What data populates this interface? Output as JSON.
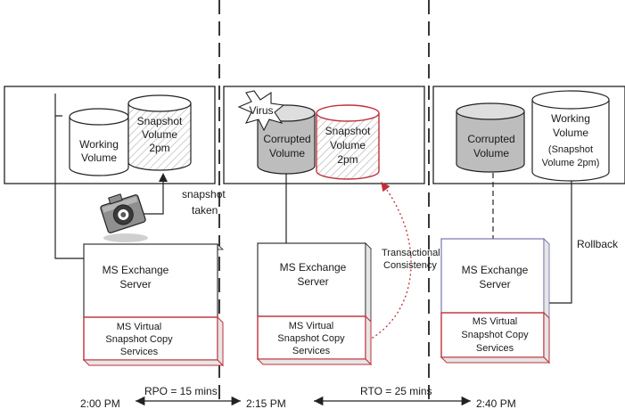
{
  "panels": [
    {
      "working_volume": [
        "Working",
        "Volume"
      ],
      "snapshot_volume": [
        "Snapshot",
        "Volume",
        "2pm"
      ],
      "snapshot_taken": [
        "snapshot",
        "taken"
      ],
      "exchange": [
        "MS Exchange",
        "Server"
      ],
      "vss": [
        "MS Virtual",
        "Snapshot Copy",
        "Services"
      ]
    },
    {
      "virus": "Virus",
      "corrupted_volume": [
        "Corrupted",
        "Volume"
      ],
      "snapshot_volume": [
        "Snapshot",
        "Volume",
        "2pm"
      ],
      "exchange": [
        "MS Exchange",
        "Server"
      ],
      "vss": [
        "MS Virtual",
        "Snapshot Copy",
        "Services"
      ],
      "transactional": [
        "Transactional",
        "Consistency"
      ]
    },
    {
      "corrupted_volume": [
        "Corrupted",
        "Volume"
      ],
      "working_volume": [
        "Working",
        "Volume",
        "(Snapshot",
        "Volume 2pm)"
      ],
      "exchange": [
        "MS Exchange",
        "Server"
      ],
      "vss": [
        "MS Virtual",
        "Snapshot Copy",
        "Services"
      ],
      "rollback": "Rollback"
    }
  ],
  "timeline": {
    "t1": "2:00 PM",
    "t2": "2:15 PM",
    "t3": "2:40 PM",
    "rpo": "RPO = 15 mins",
    "rto": "RTO = 25 mins"
  },
  "colors": {
    "red": "#c0303a",
    "gray": "#bdbdbd",
    "blue": "#6a6ab0"
  }
}
